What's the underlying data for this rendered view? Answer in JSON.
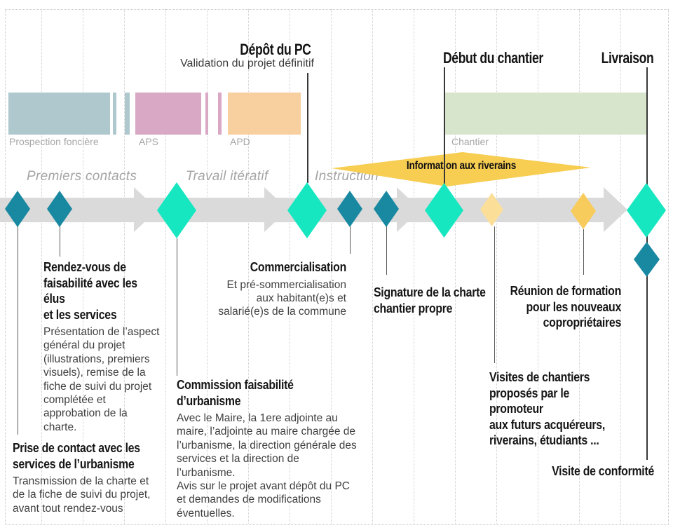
{
  "colors": {
    "bar_prospection": "#aec8cd",
    "bar_aps": "#d8a8c4",
    "bar_apd": "#f8d09f",
    "bar_chantier": "#d7e5cd",
    "timeline_band": "#dadada",
    "diamond_teal": "#1988a1",
    "diamond_turquoise": "#17e7c1",
    "diamond_pale_yellow": "#fbdf99",
    "diamond_gold": "#f8cb5d",
    "banner_yellow": "#f7cd52"
  },
  "top_milestones": {
    "depot_pc": {
      "title": "Dépôt du PC",
      "subtitle": "Validation du projet définitif"
    },
    "debut_chantier": {
      "title": "Début du chantier"
    },
    "livraison": {
      "title": "Livraison"
    }
  },
  "gantt_bars": [
    {
      "label": "Prospection foncière",
      "color": "#aec8cd"
    },
    {
      "label": "APS",
      "color": "#d8a8c4"
    },
    {
      "label": "APD",
      "color": "#f8d09f"
    },
    {
      "label": "Chantier",
      "color": "#d7e5cd"
    }
  ],
  "phases": [
    {
      "label": "Premiers contacts"
    },
    {
      "label": "Travail itératif"
    },
    {
      "label": "Instruction"
    }
  ],
  "banner": {
    "label": "Information aux riverains"
  },
  "events": {
    "rendez_vous": {
      "title": "Rendez-vous de\nfaisabilité avec les élus\net les services",
      "body": "Présentation de l’aspect\ngénéral du projet\n(illustrations,  premiers\nvisuels),  remise de la\nfiche de suivi  du projet\ncomplétée et\napprobation de la\ncharte."
    },
    "prise_contact": {
      "title": "Prise de contact avec les\nservices de l’urbanisme",
      "body": "Transmission de la charte et\nde la fiche de suivi  du projet,\navant tout  rendez-vous"
    },
    "commercialisation": {
      "title": "Commercialisation",
      "body": "Et pré-sommercialisation\naux habitant(e)s  et\nsalarié(e)s de la commune"
    },
    "commission": {
      "title": "Commission faisabilité d’urbanisme",
      "body": "Avec le Maire, la 1ere adjointe au\nmaire, l’adjointe au maire chargée de\nl’urbanisme, la direction générale des\nservices et la direction de\nl’urbanisme.\nAvis sur le projet avant  dépôt du PC\net demandes de modifications\néventuelles."
    },
    "signature_charte": {
      "title": "Signature de la charte\nchantier propre"
    },
    "reunion_formation": {
      "title": "Réunion de formation\npour les nouveaux\ncopropriétaires"
    },
    "visites_chantiers": {
      "title": "Visites de chantiers\nproposés par le promoteur\naux futurs acquéreurs,\nriverains, étudiants ..."
    },
    "visite_conformite": {
      "title": "Visite de conformité"
    }
  }
}
